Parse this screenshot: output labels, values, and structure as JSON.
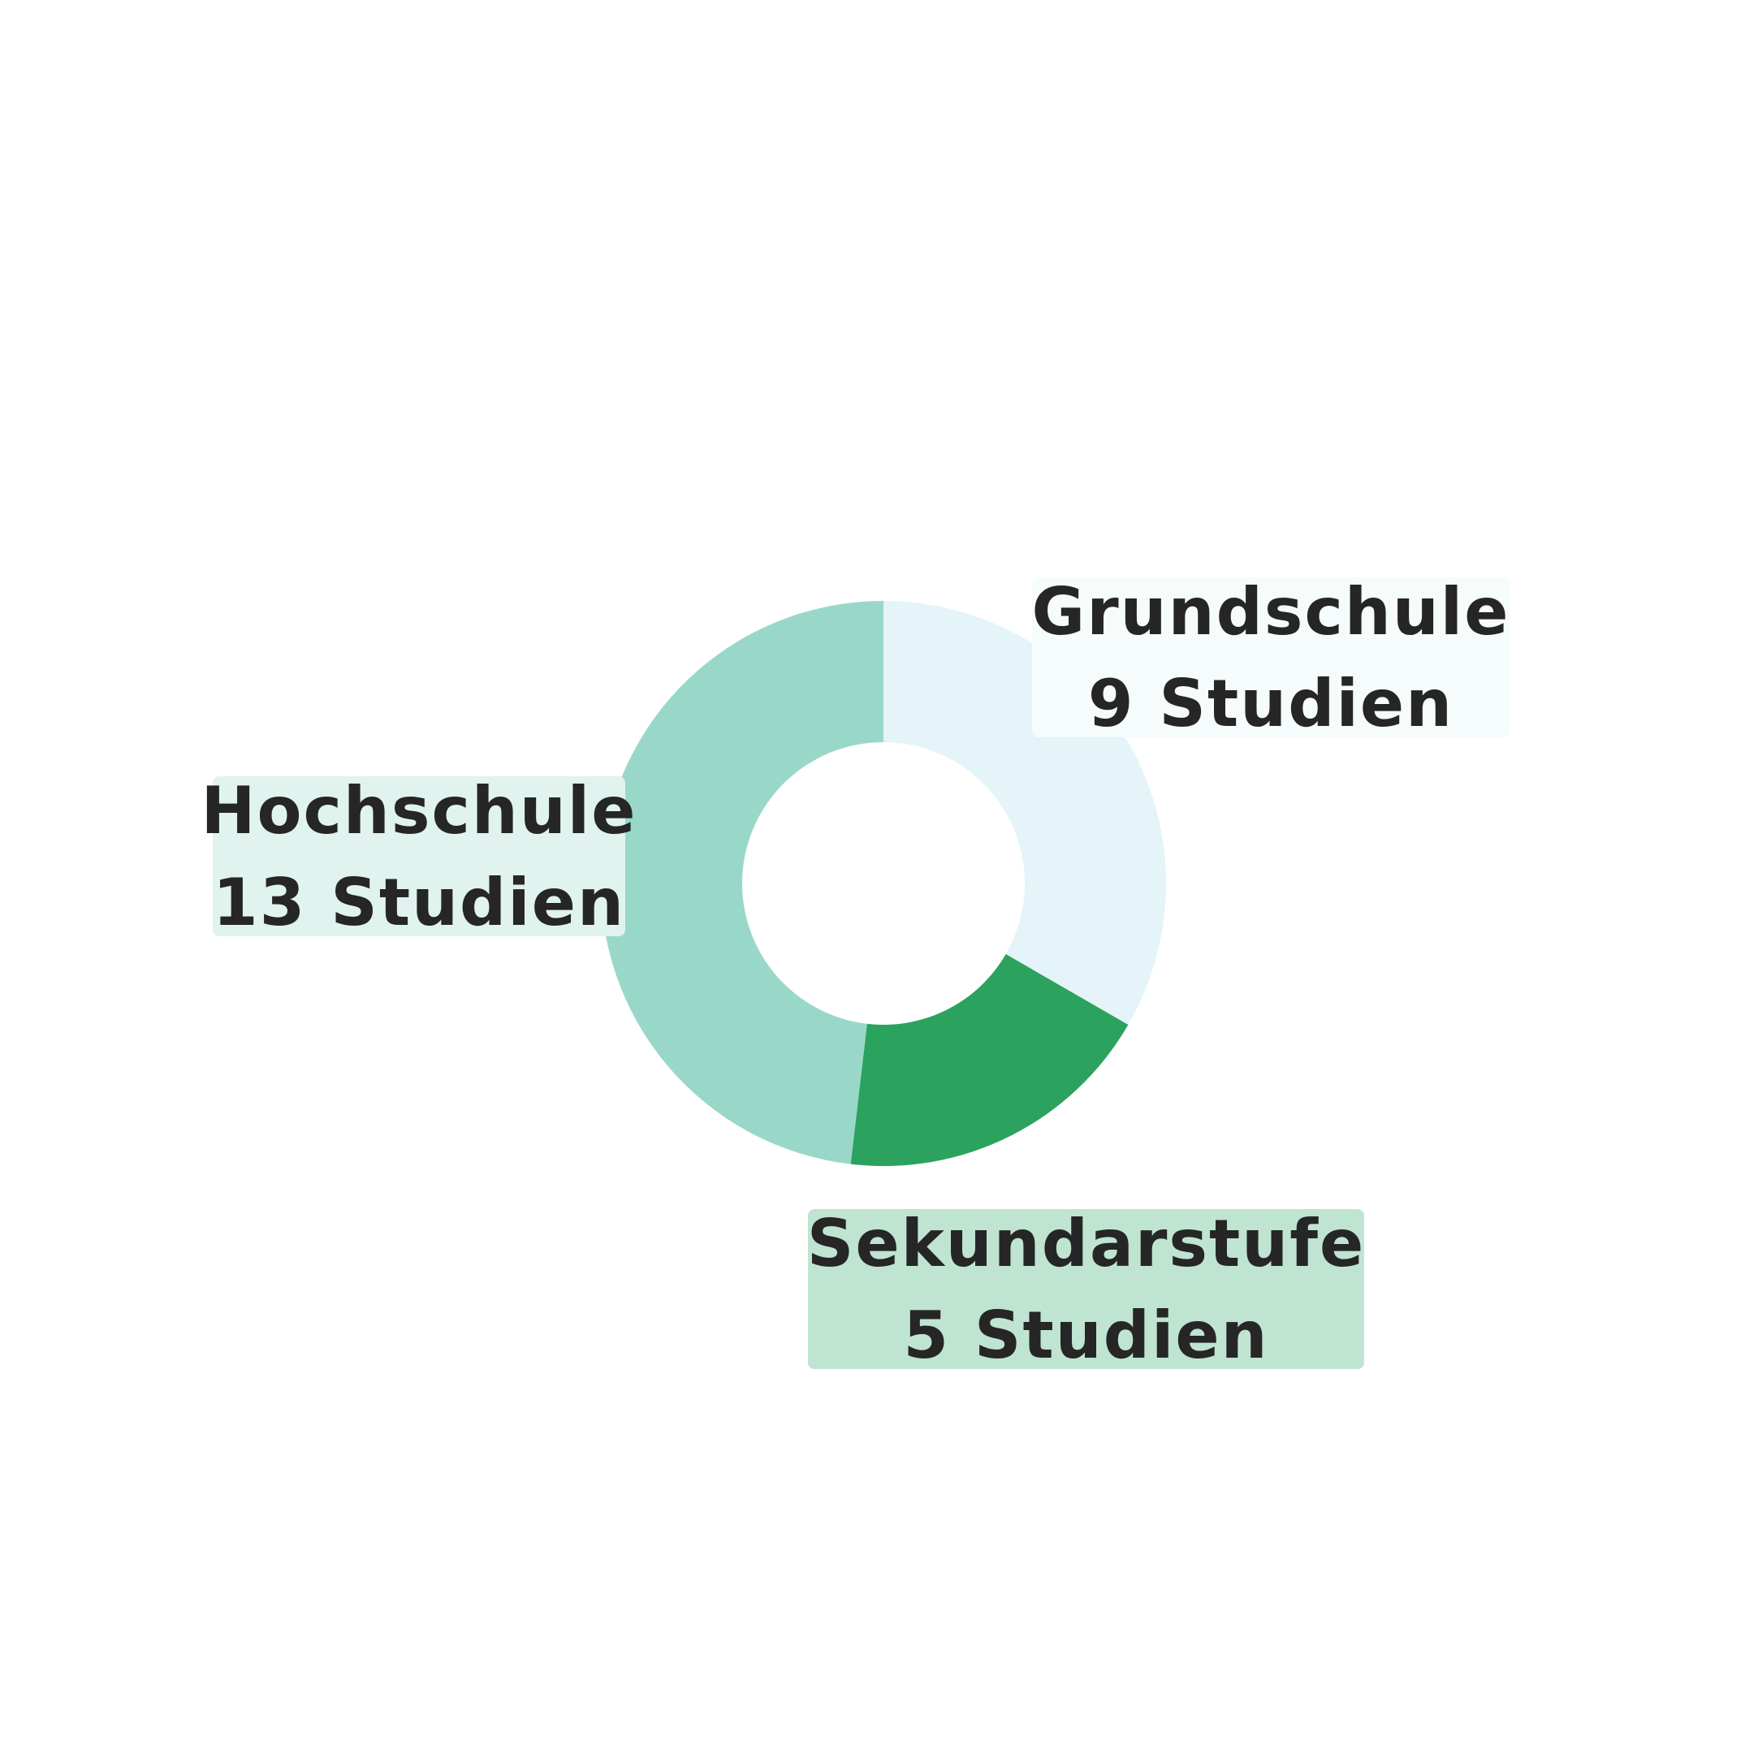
{
  "chart_data": {
    "type": "pie",
    "donut": true,
    "categories": [
      "Grundschule",
      "Sekundarstufe",
      "Hochschule"
    ],
    "values": [
      9,
      5,
      13
    ],
    "value_labels": [
      "9 Studien",
      "5 Studien",
      "13 Studien"
    ],
    "colors": [
      "#e4f4f8",
      "#2ca25f",
      "#99d8c9"
    ],
    "label_box_colors": [
      "#f6fbfc",
      "#c0e4d2",
      "#e0f3ef"
    ],
    "start_angle": "12 o'clock",
    "direction": "clockwise",
    "legend": "none"
  }
}
